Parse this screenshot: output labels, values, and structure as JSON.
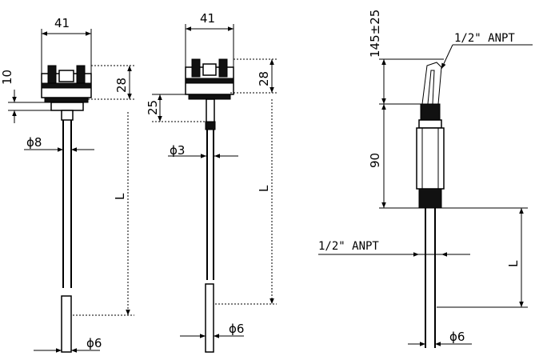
{
  "figure_a": {
    "head_width": "41",
    "head_height": "28",
    "flange_height": "10",
    "collar_diameter": "ϕ8",
    "probe_length": "L",
    "tip_diameter": "ϕ6"
  },
  "figure_b": {
    "head_width": "41",
    "head_height": "28",
    "flange_height": "25",
    "collar_diameter": "ϕ3",
    "probe_length": "L",
    "tip_diameter": "ϕ6"
  },
  "figure_c": {
    "cable_length": "145±25",
    "top_thread": "1/2\" ANPT",
    "body_length": "90",
    "bottom_thread": "1/2\" ANPT",
    "probe_length": "L",
    "tip_diameter": "ϕ6"
  }
}
